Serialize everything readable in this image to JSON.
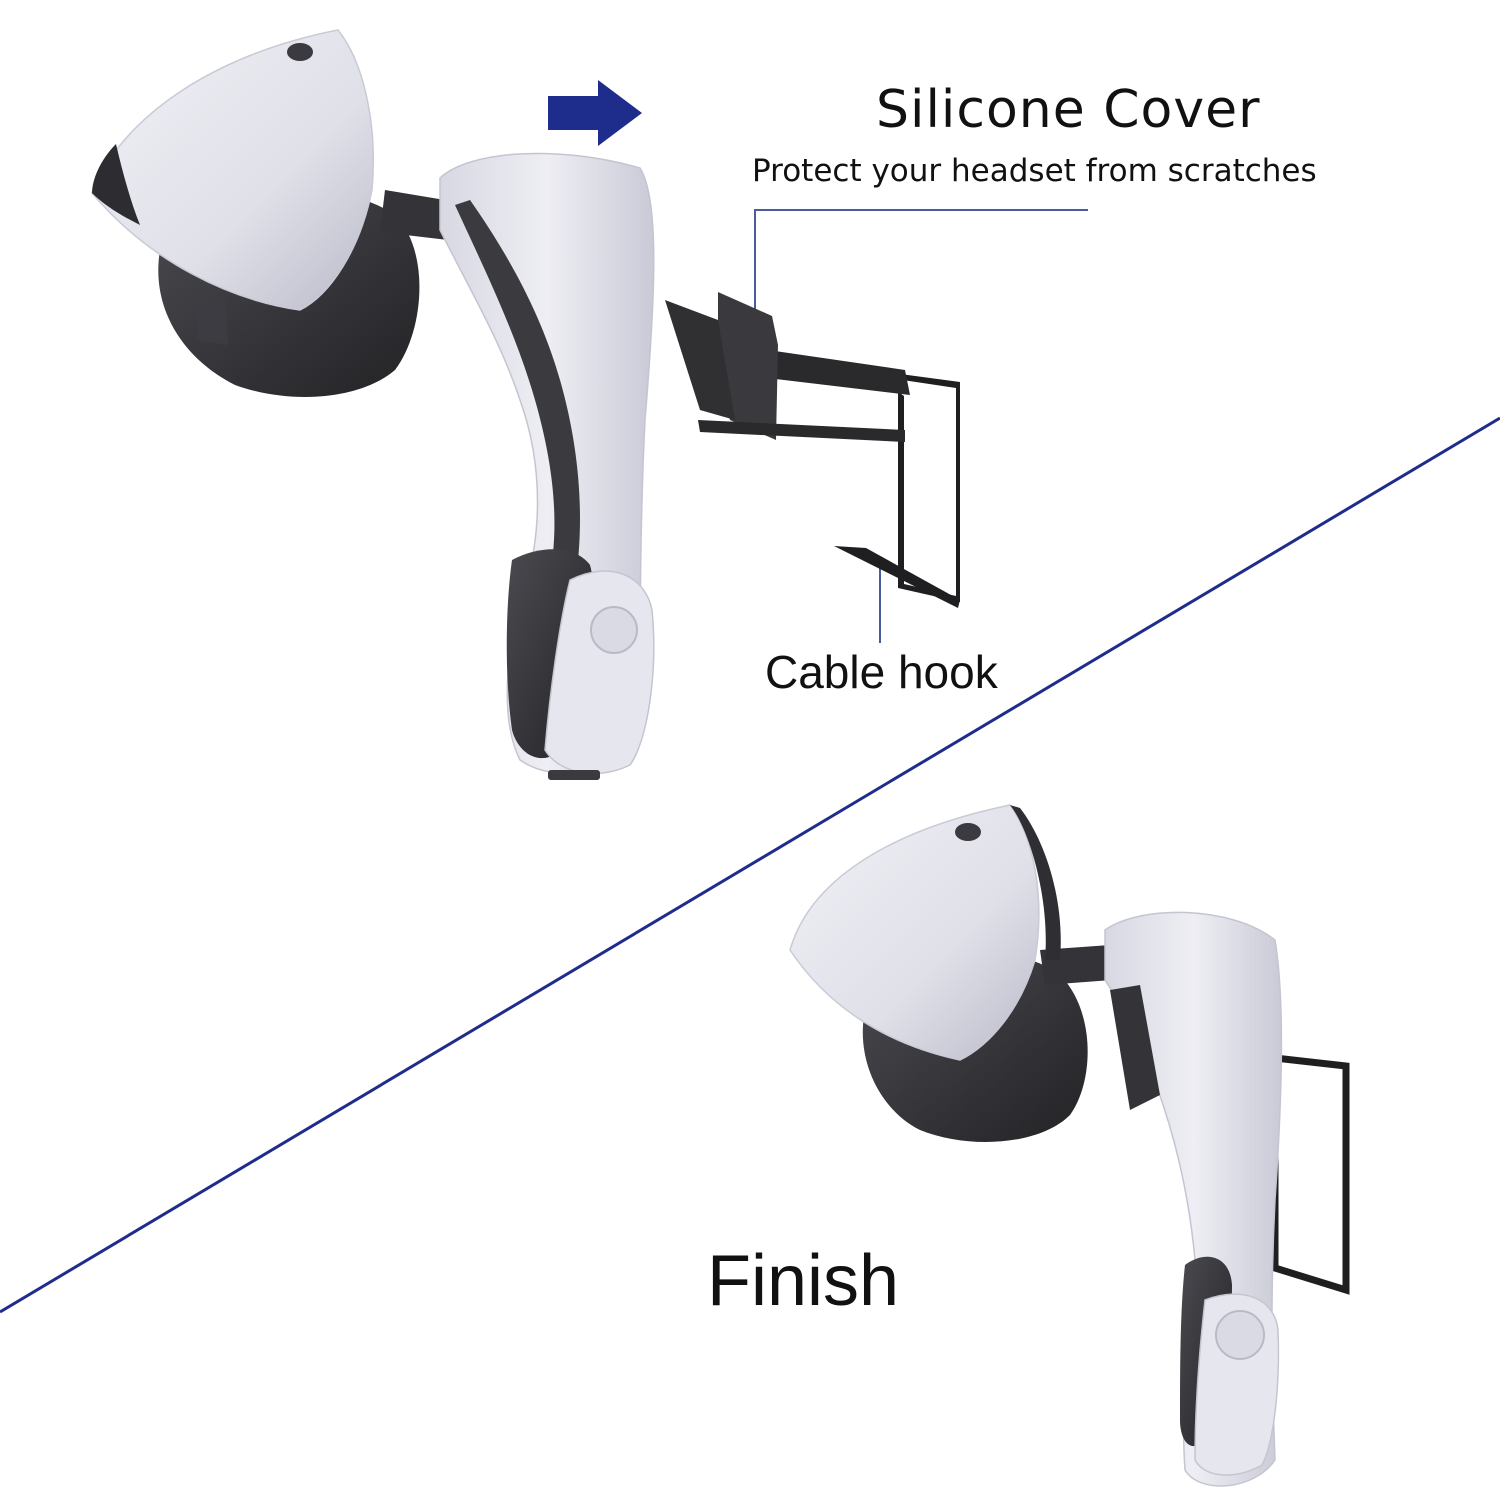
{
  "callouts": {
    "silicone_title": "Silicone Cover",
    "silicone_subtitle": "Protect your headset from scratches",
    "cable_hook": "Cable hook",
    "finish": "Finish"
  },
  "colors": {
    "accent_blue": "#1e2d8c",
    "shell_white": "#e3e4ec",
    "shell_shadow": "#b7b8c6",
    "dark_gray": "#2f2f33",
    "bracket_black": "#1c1c1e"
  },
  "icons": {
    "arrow": "right-arrow-icon"
  }
}
